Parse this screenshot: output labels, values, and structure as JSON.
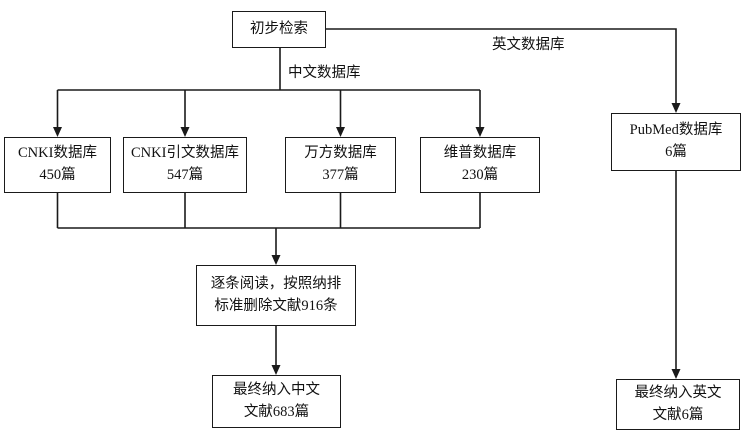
{
  "diagram": {
    "type": "flowchart",
    "topic": "literature-search-screening",
    "nodes": {
      "start": {
        "label": "初步检索"
      },
      "cnki": {
        "line1": "CNKI数据库",
        "line2": "450篇"
      },
      "cnki_citation": {
        "line1": "CNKI引文数据库",
        "line2": "547篇"
      },
      "wanfang": {
        "line1": "万方数据库",
        "line2": "377篇"
      },
      "weipu": {
        "line1": "维普数据库",
        "line2": "230篇"
      },
      "pubmed": {
        "line1": "PubMed数据库",
        "line2": "6篇"
      },
      "screening": {
        "line1": "逐条阅读，按照纳排",
        "line2": "标准删除文献916条"
      },
      "final_cn": {
        "line1": "最终纳入中文",
        "line2": "文献683篇"
      },
      "final_en": {
        "line1": "最终纳入英文",
        "line2": "文献6篇"
      }
    },
    "edge_labels": {
      "chinese_db": "中文数据库",
      "english_db": "英文数据库"
    },
    "colors": {
      "line": "#1a1a1a",
      "box_border": "#1a1a1a",
      "text": "#111111",
      "background": "#ffffff"
    }
  }
}
